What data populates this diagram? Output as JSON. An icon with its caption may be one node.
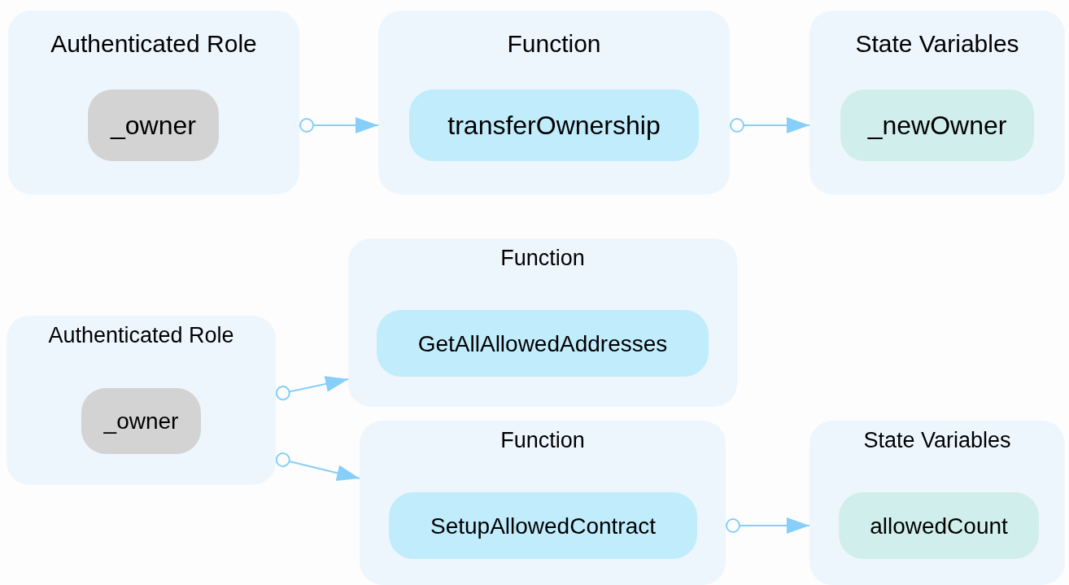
{
  "diagram": {
    "nodes": [
      {
        "text": [
          "Authenticated Role"
        ]
      },
      {
        "text": [
          "_owner"
        ],
        "in": 0
      },
      {
        "text": [
          "Function"
        ]
      },
      {
        "text": [
          "transferOwnership"
        ],
        "in": 2
      },
      {
        "text": [
          "State Variables"
        ]
      },
      {
        "text": [
          "_newOwner"
        ],
        "in": 4
      },
      {
        "text": [
          "Authenticated Role"
        ]
      },
      {
        "text": [
          "_owner"
        ],
        "in": 6
      },
      {
        "text": [
          "Function"
        ]
      },
      {
        "text": [
          "GetAllAllowedAddresses"
        ],
        "in": 8
      },
      {
        "text": [
          "Function"
        ]
      },
      {
        "text": [
          "SetupAllowedContract"
        ],
        "in": 10
      },
      {
        "text": [
          "State Variables"
        ]
      },
      {
        "text": [
          "allowedCount"
        ],
        "in": 12
      }
    ],
    "edges": [
      {
        "from": 0,
        "to": 2,
        "arrow": "to"
      },
      {
        "from": 2,
        "to": 4,
        "arrow": "to"
      },
      {
        "from": 6,
        "to": 8,
        "arrow": "to"
      },
      {
        "from": 6,
        "to": 10,
        "arrow": "to"
      },
      {
        "from": 10,
        "to": 12,
        "arrow": "to"
      }
    ]
  }
}
